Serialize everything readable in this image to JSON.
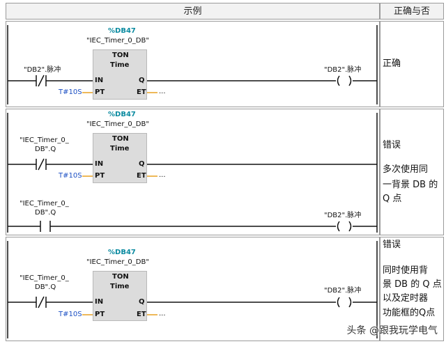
{
  "header": {
    "col_example": "示例",
    "col_correct": "正确与否"
  },
  "rows": [
    {
      "db_name": "%DB47",
      "instance": "\"IEC_Timer_0_DB\"",
      "block_type": "TON",
      "block_sub": "Time",
      "pin_in": "IN",
      "pin_pt": "PT",
      "pin_q": "Q",
      "pin_et": "ET",
      "pt_value": "T#10S",
      "et_value": "...",
      "contact_label": "\"DB2\".脉冲",
      "coil_label": "\"DB2\".脉冲",
      "verdict": "正确",
      "explanation": ""
    },
    {
      "db_name": "%DB47",
      "instance": "\"IEC_Timer_0_DB\"",
      "block_type": "TON",
      "block_sub": "Time",
      "pin_in": "IN",
      "pin_pt": "PT",
      "pin_q": "Q",
      "pin_et": "ET",
      "pt_value": "T#10S",
      "et_value": "...",
      "contact_label_line1": "\"IEC_Timer_0_",
      "contact_label_line2": "DB\".Q",
      "contact2_label_line1": "\"IEC_Timer_0_",
      "contact2_label_line2": "DB\".Q",
      "coil_label": "\"DB2\".脉冲",
      "verdict": "错误",
      "explanation_lines": [
        "多次使用同",
        "一背景 DB 的",
        "Q 点"
      ]
    },
    {
      "db_name": "%DB47",
      "instance": "\"IEC_Timer_0_DB\"",
      "block_type": "TON",
      "block_sub": "Time",
      "pin_in": "IN",
      "pin_pt": "PT",
      "pin_q": "Q",
      "pin_et": "ET",
      "pt_value": "T#10S",
      "et_value": "...",
      "contact_label_line1": "\"IEC_Timer_0_",
      "contact_label_line2": "DB\".Q",
      "coil_label": "\"DB2\".脉冲",
      "verdict": "错误",
      "explanation_lines": [
        "同时使用背",
        "景 DB 的 Q 点",
        "以及定时器",
        "功能框的Q点"
      ]
    }
  ],
  "watermark": "头条 @跟我玩学电气"
}
